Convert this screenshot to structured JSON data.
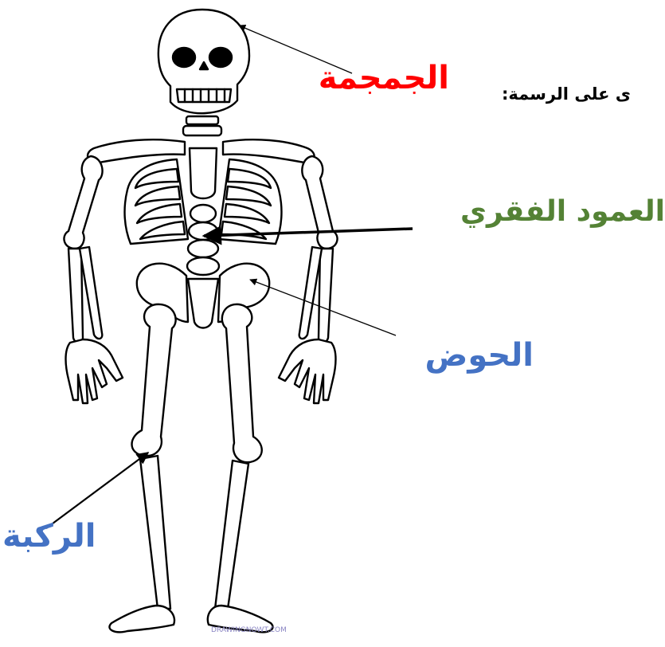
{
  "instruction": "ى على الرسمة:",
  "labels": {
    "skull": "الجمجمة",
    "spine": "العمود الفقري",
    "pelvis": "الحوض",
    "knee": "الركبة"
  },
  "colors": {
    "skull": "#ff0000",
    "spine": "#548235",
    "pelvis": "#4472c4",
    "knee": "#4472c4",
    "outline": "#000000",
    "watermark": "#8b86c4"
  },
  "watermark": "DRAWINGNOWT.COM",
  "figure": "skeleton-line-drawing"
}
